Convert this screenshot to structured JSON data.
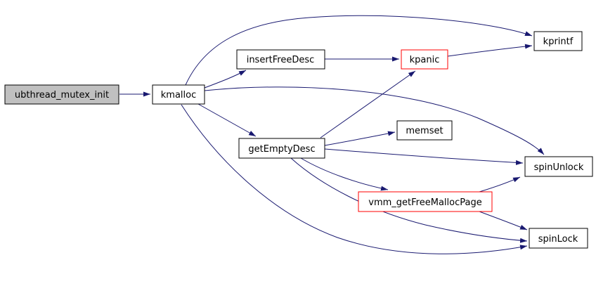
{
  "diagram": {
    "kind": "doxygen-call-graph",
    "background_color": "#ffffff",
    "edge_color": "#191970",
    "node_fill": "#ffffff",
    "node_border_color": "#000000",
    "focus_node_fill": "#c0c0c0",
    "truncated_node_border_color": "#ff0000",
    "text_color": "#000000"
  },
  "nodes": [
    {
      "id": "ubthread_mutex_init",
      "label": "ubthread_mutex_init",
      "role": "focus"
    },
    {
      "id": "kmalloc",
      "label": "kmalloc",
      "role": "normal"
    },
    {
      "id": "insertFreeDesc",
      "label": "insertFreeDesc",
      "role": "normal"
    },
    {
      "id": "kpanic",
      "label": "kpanic",
      "role": "truncated"
    },
    {
      "id": "kprintf",
      "label": "kprintf",
      "role": "normal"
    },
    {
      "id": "getEmptyDesc",
      "label": "getEmptyDesc",
      "role": "normal"
    },
    {
      "id": "memset",
      "label": "memset",
      "role": "normal"
    },
    {
      "id": "spinUnlock",
      "label": "spinUnlock",
      "role": "normal"
    },
    {
      "id": "vmm_getFreeMallocPage",
      "label": "vmm_getFreeMallocPage",
      "role": "truncated"
    },
    {
      "id": "spinLock",
      "label": "spinLock",
      "role": "normal"
    }
  ],
  "edges": [
    {
      "from": "ubthread_mutex_init",
      "to": "kmalloc"
    },
    {
      "from": "kmalloc",
      "to": "kprintf"
    },
    {
      "from": "kmalloc",
      "to": "insertFreeDesc"
    },
    {
      "from": "kmalloc",
      "to": "getEmptyDesc"
    },
    {
      "from": "kmalloc",
      "to": "spinUnlock"
    },
    {
      "from": "kmalloc",
      "to": "spinLock"
    },
    {
      "from": "insertFreeDesc",
      "to": "kpanic"
    },
    {
      "from": "kpanic",
      "to": "kprintf"
    },
    {
      "from": "getEmptyDesc",
      "to": "kpanic"
    },
    {
      "from": "getEmptyDesc",
      "to": "memset"
    },
    {
      "from": "getEmptyDesc",
      "to": "spinUnlock"
    },
    {
      "from": "getEmptyDesc",
      "to": "vmm_getFreeMallocPage"
    },
    {
      "from": "getEmptyDesc",
      "to": "spinLock"
    },
    {
      "from": "vmm_getFreeMallocPage",
      "to": "spinUnlock"
    },
    {
      "from": "vmm_getFreeMallocPage",
      "to": "spinLock"
    }
  ]
}
